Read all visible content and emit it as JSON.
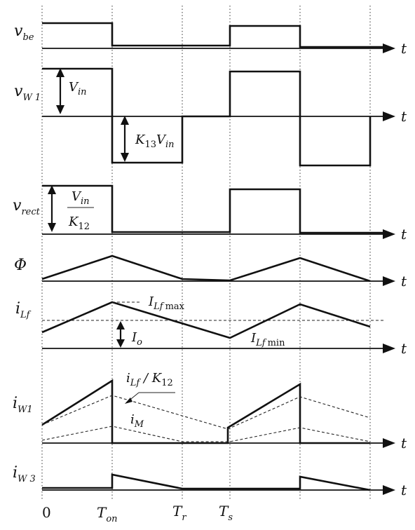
{
  "signals": {
    "v_be": {
      "main": "v",
      "sub": "be"
    },
    "v_w1": {
      "main": "v",
      "sub": "W 1"
    },
    "v_rect": {
      "main": "v",
      "sub": "rect"
    },
    "phi": {
      "main": "Φ"
    },
    "i_lf": {
      "main": "i",
      "sub": "Lf"
    },
    "i_w1": {
      "main": "i",
      "sub": "W1"
    },
    "i_w3": {
      "main": "i",
      "sub": "W 3"
    }
  },
  "axis_label": "t",
  "ticks": {
    "zero": "0",
    "t_on": {
      "main": "T",
      "sub": "on"
    },
    "t_r": {
      "main": "T",
      "sub": "r"
    },
    "t_s": {
      "main": "T",
      "sub": "s"
    }
  },
  "annotations": {
    "vin": {
      "main": "V",
      "sub": "in"
    },
    "k13vin": {
      "k": "K",
      "ksub": "13",
      "v": "V",
      "vsub": "in"
    },
    "rect_num": {
      "main": "V",
      "sub": "in"
    },
    "rect_den": {
      "main": "K",
      "sub": "12"
    },
    "ilf_max": {
      "main": "I",
      "sub": "Lf",
      "tail": "max"
    },
    "ilf_min": {
      "main": "I",
      "sub": "Lf",
      "tail": "min"
    },
    "io": {
      "main": "I",
      "sub": "o"
    },
    "ilf_k12": {
      "main": "i",
      "sub": "Lf",
      "mid": " / K",
      "sub2": "12"
    },
    "im": {
      "main": "i",
      "sub": "M"
    }
  }
}
